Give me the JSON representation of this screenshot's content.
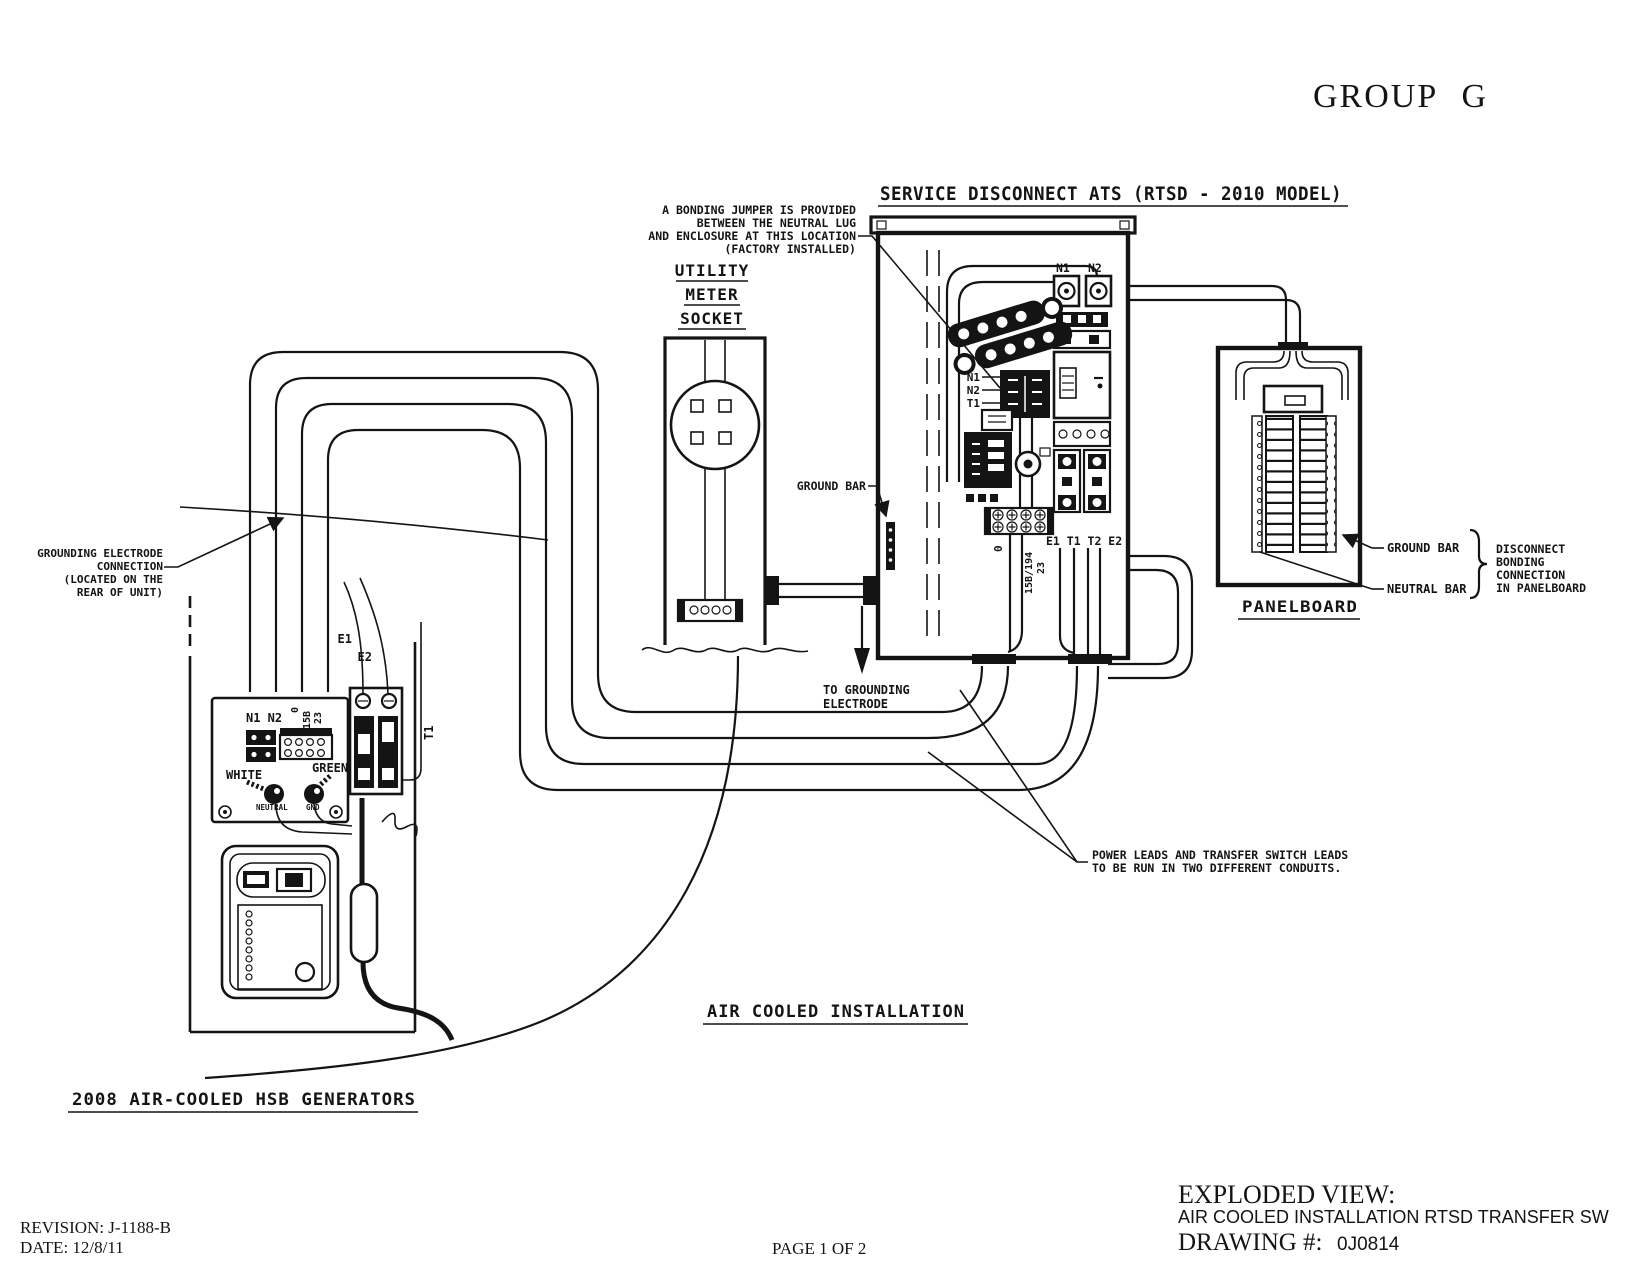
{
  "title_block": {
    "group": "GROUP G",
    "exploded_view": "EXPLODED VIEW:",
    "subtitle": "AIR COOLED INSTALLATION RTSD TRANSFER SW",
    "drawing_label": "DRAWING #:",
    "drawing_number": "0J0814",
    "revision": "REVISION: J-1188-B",
    "date": "DATE: 12/8/11",
    "page": "PAGE 1 OF 2"
  },
  "ats": {
    "title": "SERVICE DISCONNECT ATS (RTSD - 2010 MODEL)",
    "bonding_note": [
      "A BONDING JUMPER IS PROVIDED",
      "BETWEEN THE NEUTRAL LUG",
      "AND ENCLOSURE AT THIS LOCATION",
      "(FACTORY INSTALLED)"
    ],
    "ground_bar": "GROUND BAR",
    "lug_n1": "N1",
    "lug_n2": "N2",
    "block_n1": "N1",
    "block_n2": "N2",
    "block_t1": "T1",
    "terminals": "E1 T1 T2 E2",
    "wire_0": "0",
    "wire_15b": "15B/194",
    "wire_23": "23"
  },
  "meter": {
    "title": [
      "UTILITY",
      "METER",
      "SOCKET"
    ]
  },
  "panelboard": {
    "label": "PANELBOARD",
    "ground_bar": "GROUND BAR",
    "neutral_bar": "NEUTRAL BAR",
    "note": [
      "DISCONNECT",
      "BONDING",
      "CONNECTION",
      "IN PANELBOARD"
    ]
  },
  "generator": {
    "label": "2008 AIR-COOLED HSB GENERATORS",
    "grounding_note": [
      "GROUNDING ELECTRODE",
      "CONNECTION",
      "(LOCATED ON THE",
      "REAR OF UNIT)"
    ],
    "n1_n2": "N1 N2",
    "e1": "E1",
    "e2": "E2",
    "t1": "T1",
    "wire_0": "0",
    "wire_15b": "15B",
    "wire_23": "23",
    "white": "WHITE",
    "green": "GREEN",
    "neutral": "NEUTRAL",
    "gnd": "GND"
  },
  "notes": {
    "to_grounding": [
      "TO GROUNDING",
      "ELECTRODE"
    ],
    "conduits": [
      "POWER LEADS AND TRANSFER SWITCH LEADS",
      "TO BE RUN IN TWO DIFFERENT CONDUITS."
    ],
    "installation": "AIR COOLED INSTALLATION"
  }
}
